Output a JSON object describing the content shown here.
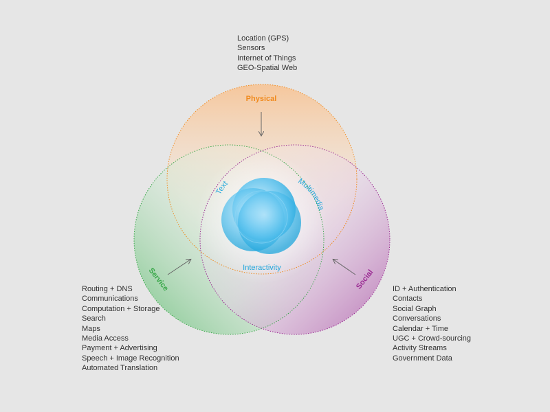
{
  "physical": {
    "label": "Physical",
    "color": "#f08a1e",
    "items": [
      "Location (GPS)",
      "Sensors",
      "Internet of Things",
      "GEO-Spatial Web"
    ]
  },
  "service": {
    "label": "Service",
    "color": "#3aa84a",
    "items": [
      "Routing + DNS",
      "Communications",
      "Computation + Storage",
      "Search",
      "Maps",
      "Media Access",
      "Payment + Advertising",
      "Speech + Image Recognition",
      "Automated Translation"
    ]
  },
  "social": {
    "label": "Social",
    "color": "#9b2b93",
    "items": [
      "ID + Authentication",
      "Contacts",
      "Social Graph",
      "Conversations",
      "Calendar + Time",
      "UGC + Crowd-sourcing",
      "Activity Streams",
      "Government Data"
    ]
  },
  "core": {
    "color": "#1fa6dc",
    "text_label": "Text",
    "multimedia_label": "Multimedia",
    "interactivity_label": "Interactivity"
  }
}
